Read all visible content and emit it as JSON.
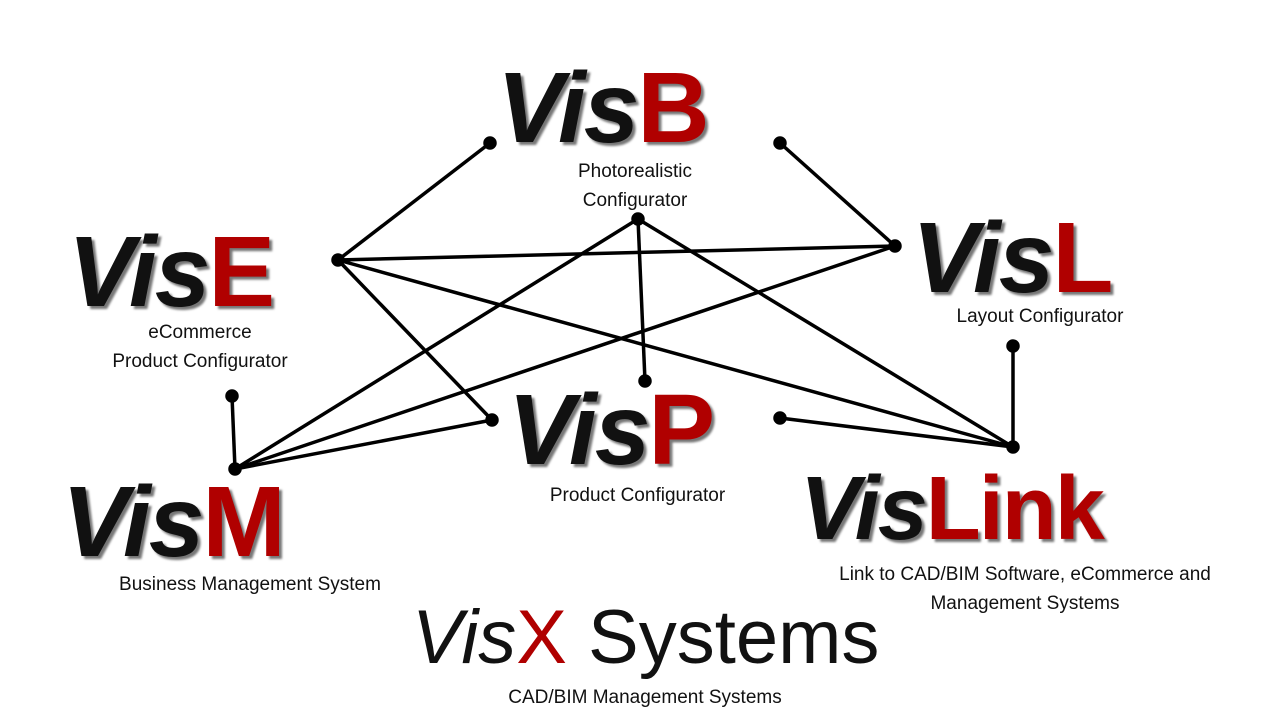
{
  "nodes": {
    "visb": {
      "prefix": "Vis",
      "accent": "B",
      "caption_line1": "Photorealistic",
      "caption_line2": "Configurator"
    },
    "vise": {
      "prefix": "Vis",
      "accent": "E",
      "caption_line1": "eCommerce",
      "caption_line2": "Product Configurator"
    },
    "visl": {
      "prefix": "Vis",
      "accent": "L",
      "caption_line1": "Layout Configurator"
    },
    "visp": {
      "prefix": "Vis",
      "accent": "P",
      "caption_line1": "Product Configurator"
    },
    "vism": {
      "prefix": "Vis",
      "accent": "M",
      "caption_line1": "Business Management System"
    },
    "vislink": {
      "prefix": "Vis",
      "accent": "Link",
      "caption_line1": "Link to CAD/BIM Software, eCommerce and",
      "caption_line2": "Management Systems"
    },
    "visx": {
      "prefix": "Vis",
      "accent": "X",
      "suffix": "Systems",
      "caption_line1": "CAD/BIM Management Systems"
    }
  },
  "colors": {
    "accent": "#b00000",
    "text": "#111111"
  }
}
